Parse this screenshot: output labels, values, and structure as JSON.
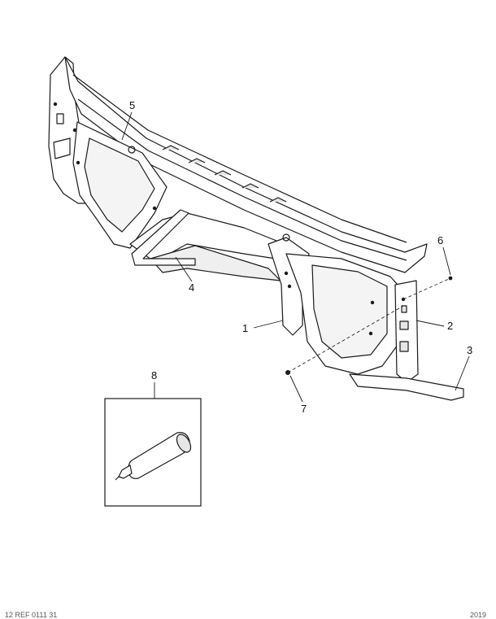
{
  "callouts": {
    "c1": "1",
    "c2": "2",
    "c3": "3",
    "c4": "4",
    "c5": "5",
    "c6": "6",
    "c7": "7",
    "c8": "8"
  },
  "footer": {
    "left": "12 REF 0111 31",
    "right": "2019"
  },
  "colors": {
    "line": "#1a1a1a",
    "fill": "#ffffff",
    "shade": "#e6e6e6"
  }
}
